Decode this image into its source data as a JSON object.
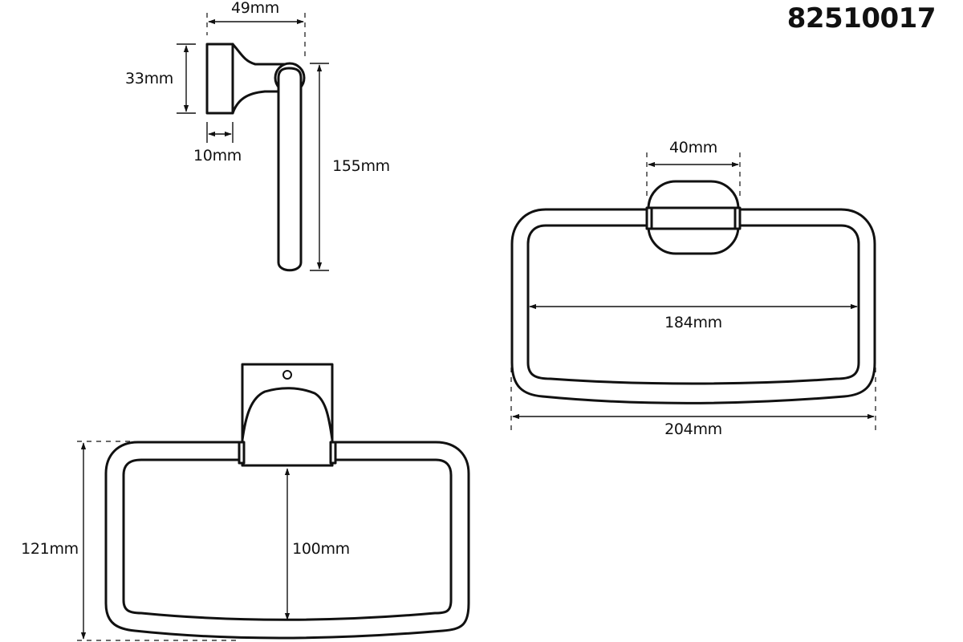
{
  "model_number": "82510017",
  "dimensions": {
    "side_width": "49mm",
    "side_height": "33mm",
    "side_base_depth": "10mm",
    "side_ring_drop": "155mm",
    "front_mount_width": "40mm",
    "front_inner_width": "184mm",
    "front_outer_width": "204mm",
    "iso_total_height": "121mm",
    "iso_inner_height": "100mm"
  },
  "colors": {
    "line": "#111111",
    "background": "#ffffff"
  }
}
